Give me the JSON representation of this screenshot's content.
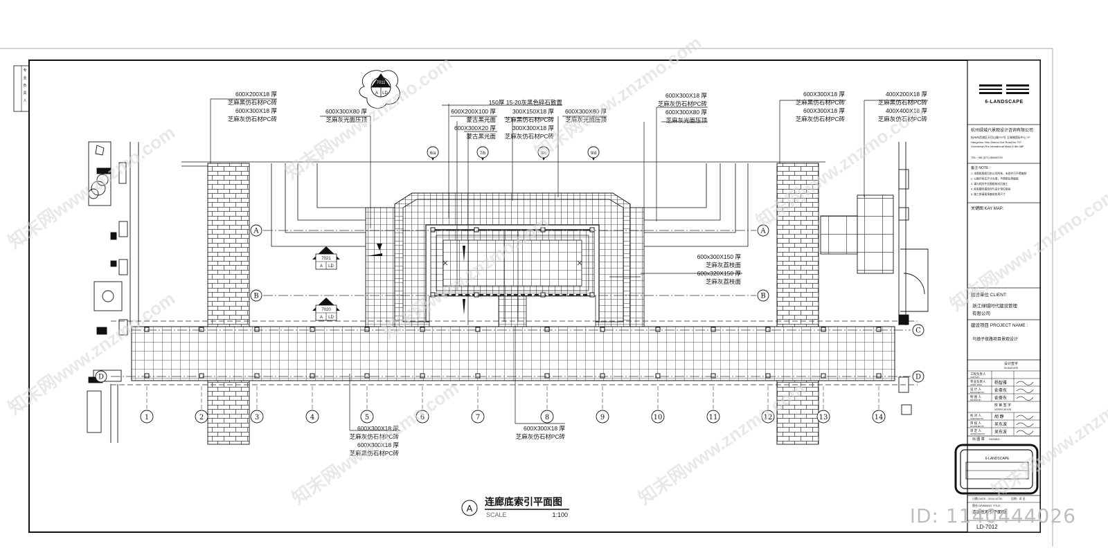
{
  "watermark": {
    "text": "知末网www.znzmo.com",
    "id_label": "ID: 1140444026"
  },
  "left_strip": [
    "专",
    "业",
    "负",
    "责",
    "人"
  ],
  "grid_rows": [
    "A",
    "B",
    "C",
    "D"
  ],
  "grid_columns": [
    "1",
    "2",
    "3",
    "4",
    "5",
    "6",
    "7",
    "8",
    "9",
    "10",
    "11",
    "12",
    "13",
    "14"
  ],
  "sub_axes": [
    "6/a",
    "7/b",
    "8/c",
    "9/d"
  ],
  "section_marks": [
    {
      "number": "7011",
      "sub": "A",
      "sheet": "LD"
    },
    {
      "number": "7021",
      "sub": "A",
      "sheet": "LD"
    },
    {
      "number": "7020",
      "sub": "A",
      "sheet": "LD"
    }
  ],
  "annotations": {
    "top_left": [
      "600X200X18 厚",
      "芝麻黑仿石材PC砖",
      "600X300X18 厚",
      "芝麻灰仿石材PC砖"
    ],
    "top_a": [
      "600X300X80 厚",
      "芝麻灰光面压顶"
    ],
    "top_center_1": [
      "150厚 15-20灰黑色碎石散置"
    ],
    "top_center_2": [
      "600X200X100 厚",
      "蒙古黑光面",
      "600X300X20 厚",
      "蒙古黑光面"
    ],
    "top_center_3": [
      "300X150X18 厚",
      "芝麻黑仿石材PC砖",
      "300X300X18 厚",
      "芝麻灰仿石材PC砖"
    ],
    "top_b": [
      "600X300X80 厚",
      "芝麻灰光面压顶"
    ],
    "top_right_1": [
      "600X300X18 厚",
      "芝麻灰仿石材PC砖",
      "600X300X80 厚",
      "芝麻灰光面压顶"
    ],
    "top_right_2": [
      "600X300X18 厚",
      "芝麻黑仿石材PC砖",
      "600X300X18 厚",
      "芝麻灰仿石材PC砖"
    ],
    "top_right_3": [
      "400X200X18 厚",
      "芝麻黑仿石材PC砖",
      "400X400X18 厚",
      "芝麻灰仿石材PC砖"
    ],
    "mid_right": [
      "600x300X150 厚",
      "芝麻灰荔枝面",
      "600x320X150 厚",
      "芝麻灰荔枝面"
    ],
    "bottom_left": [
      "600X300X18 厚",
      "芝麻灰仿石材PC砖",
      "600X300X18 厚",
      "芝麻黑仿石材PC砖"
    ],
    "bottom_center": [
      "600X300X18 厚",
      "芝麻灰仿石材PC砖"
    ]
  },
  "drawing_title": {
    "mark": "A",
    "title": "连廊底索引平面图",
    "scale_label": "SCALE",
    "scale": "1:100"
  },
  "title_block": {
    "logo": "6-LANDSCAPE",
    "company": "杭州绿城六景观设计咨询有限公司",
    "address_cn": "杭州市西湖区天目山路797号 玉城城国际中心 7F",
    "address_en": "Hangzhou Xihu District Xixi Road No.797",
    "address_en2": "Greentown Rm Intrnational Mata D 8th 08F",
    "tel": "TEL: +86 (571) 86682239",
    "notes_title": "备注 NOTE :",
    "notes": [
      "1. 本图纸版权归本公司所有，未经许可不得复制",
      "2. 以图中标注尺寸为准，不得按比例量取",
      "3. 请与相关专业图纸核对后施工",
      "4. 如有疑问请及时与设计单位联系",
      "5. 施工前请现场复核各项尺寸"
    ],
    "keymap_label": "关键图 KAY MAP:",
    "client_label": "建设单位 CLIENT:",
    "client_line1": "浙江绿城时代建设管理",
    "client_line2": "有限公司",
    "project_label": "建设项目 PROJECT NAME :",
    "project_name": "乌镇子夜路项目景观设计",
    "sign_header": "设计签字",
    "sign_header_en": "SIGNATURE",
    "sign_rows": [
      {
        "role": "工程负责人",
        "en": "CAPTAIN",
        "name": ""
      },
      {
        "role": "专业负责人",
        "en": "CHIEF ENGI",
        "name": "杨智雅"
      },
      {
        "role": "设 计 人",
        "en": "DESIGNED BY",
        "name": "俞豪东"
      },
      {
        "role": "制 图 人",
        "en": "DRAWN BY",
        "name": "俞豪东"
      }
    ],
    "verify_header": "校 审 签 字",
    "verify_header_en": "VERIFICATION",
    "verify_rows": [
      {
        "role": "校 对 人",
        "en": "CHECKED BY",
        "name": "胡 静"
      },
      {
        "role": "审 核 人",
        "en": "EXAMINED BY",
        "name": "吴东波"
      },
      {
        "role": "审 定 人",
        "en": "APPROVED BY",
        "name": "吴东波"
      }
    ],
    "stamp_label": "出 图 章",
    "stamp_en": "SIGNED :",
    "stamp_logo": "6-LANDSCAPE",
    "date_label": "日期 DATE : 2019.10.30",
    "scale_label": "比例 : 详 见",
    "drawing_title_label": "图名 DRAWING TITLE :",
    "drawing_title_value": "连廊底索引平面图",
    "sheet_no": "LD-7012"
  }
}
